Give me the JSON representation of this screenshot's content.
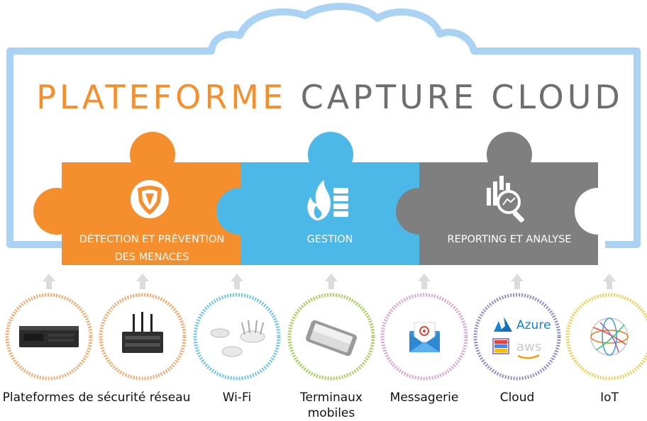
{
  "title": {
    "part1": "PLATEFORME",
    "part2": "CAPTURE CLOUD"
  },
  "pieces": [
    {
      "label_line1": "DÉTECTION ET PRÉVENTION",
      "label_line2": "DES MENACES",
      "color": "#f58f2e"
    },
    {
      "label_line1": "GESTION",
      "color": "#4bb8e8"
    },
    {
      "label_line1": "REPORTING ET ANALYSE",
      "color": "#7f7f7f"
    }
  ],
  "devices": [
    {
      "label": "Plateformes de sécurité réseau",
      "ring_color": "#f6a96b"
    },
    {
      "label": "",
      "ring_color": "#f6a96b"
    },
    {
      "label": "Wi-Fi",
      "ring_color": "#6cc4ec"
    },
    {
      "label_line1": "Terminaux",
      "label_line2": "mobiles",
      "ring_color": "#a9cf5b"
    },
    {
      "label": "Messagerie",
      "ring_color": "#dba5d6"
    },
    {
      "label": "Cloud",
      "ring_color": "#8f8fc9",
      "azure": "Azure",
      "aws": "aws"
    },
    {
      "label": "IoT",
      "ring_color": "#f0cf5a"
    }
  ],
  "colors": {
    "cloud_outline": "#a9d2f3",
    "arrow": "#dcdcdc"
  }
}
